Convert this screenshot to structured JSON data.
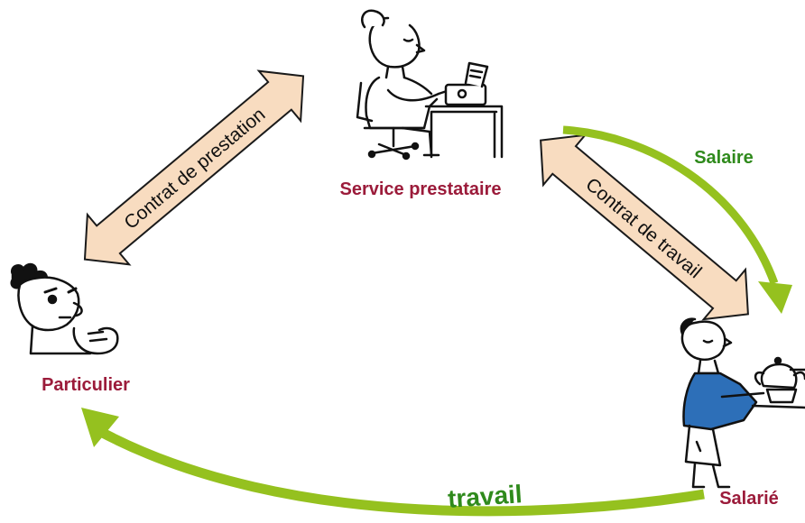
{
  "nodes": {
    "prestataire": {
      "label": "Service prestataire"
    },
    "particulier": {
      "label": "Particulier"
    },
    "salarie": {
      "label": "Salarié"
    }
  },
  "arrows": {
    "contrat_prestation": {
      "label": "Contrat de prestation"
    },
    "contrat_travail": {
      "label": "Contrat de travail"
    },
    "salaire": {
      "label": "Salaire"
    },
    "travail": {
      "label": "travail"
    }
  },
  "colors": {
    "node_label": "#9b1b3a",
    "contract_fill": "#f8dcc0",
    "contract_stroke": "#1a1a1a",
    "flow_green": "#95c11f",
    "flow_label": "#2f8a1c"
  }
}
